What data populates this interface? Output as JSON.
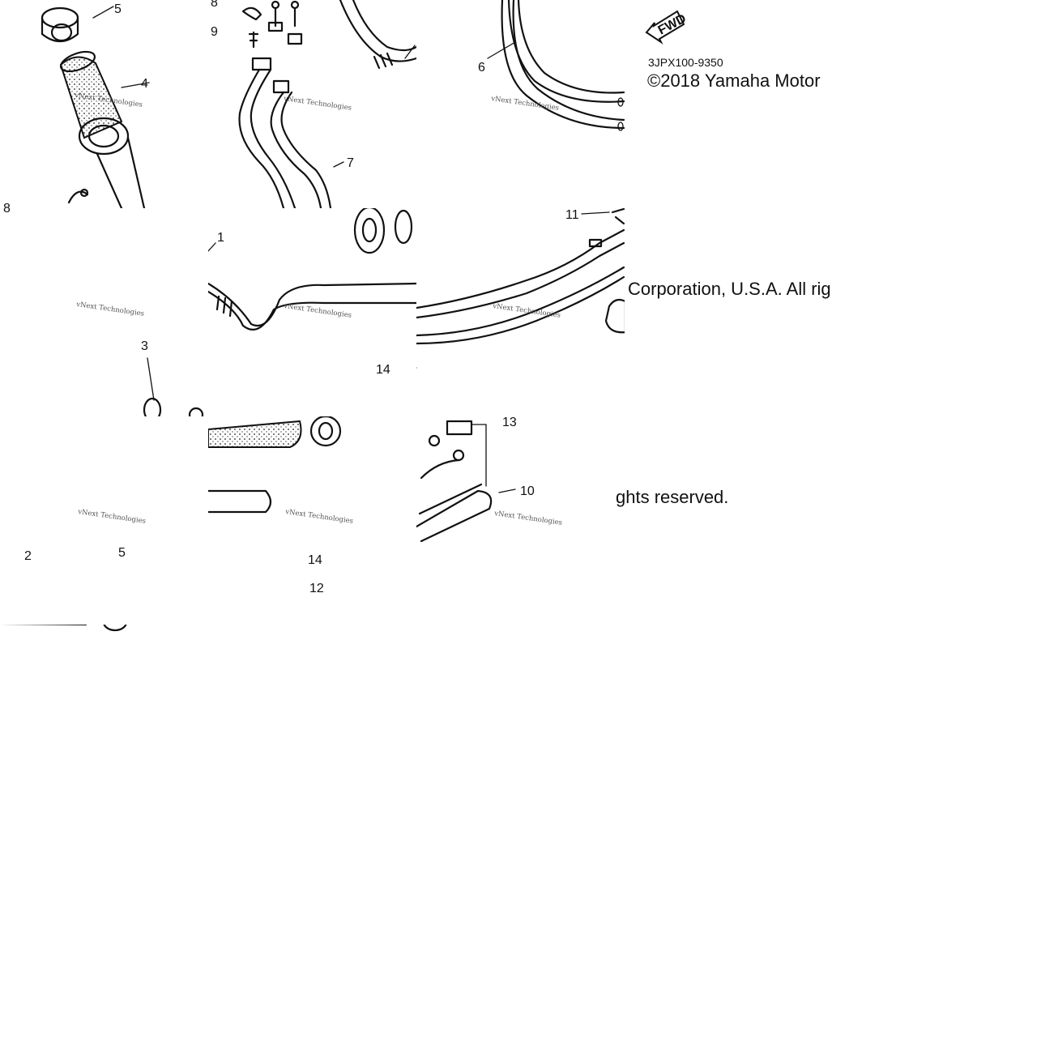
{
  "fwd_label": "FWD",
  "diagram_code": "3JPX100-9350",
  "copyright": {
    "line1": "©2018 Yamaha Motor",
    "line2": "Corporation, U.S.A. All rig",
    "line3": "ghts reserved."
  },
  "watermark": "vNext Technologies",
  "callouts": [
    {
      "id": "c5a",
      "label": "5"
    },
    {
      "id": "c4",
      "label": "4"
    },
    {
      "id": "c8a",
      "label": "8"
    },
    {
      "id": "c9",
      "label": "9"
    },
    {
      "id": "c8b",
      "label": "8"
    },
    {
      "id": "c7",
      "label": "7"
    },
    {
      "id": "c6",
      "label": "6"
    },
    {
      "id": "c1",
      "label": "1"
    },
    {
      "id": "c11",
      "label": "11"
    },
    {
      "id": "c3",
      "label": "3"
    },
    {
      "id": "c14a",
      "label": "14"
    },
    {
      "id": "c13",
      "label": "13"
    },
    {
      "id": "c10",
      "label": "10"
    },
    {
      "id": "c2",
      "label": "2"
    },
    {
      "id": "c5b",
      "label": "5"
    },
    {
      "id": "c14b",
      "label": "14"
    },
    {
      "id": "c12",
      "label": "12"
    }
  ]
}
